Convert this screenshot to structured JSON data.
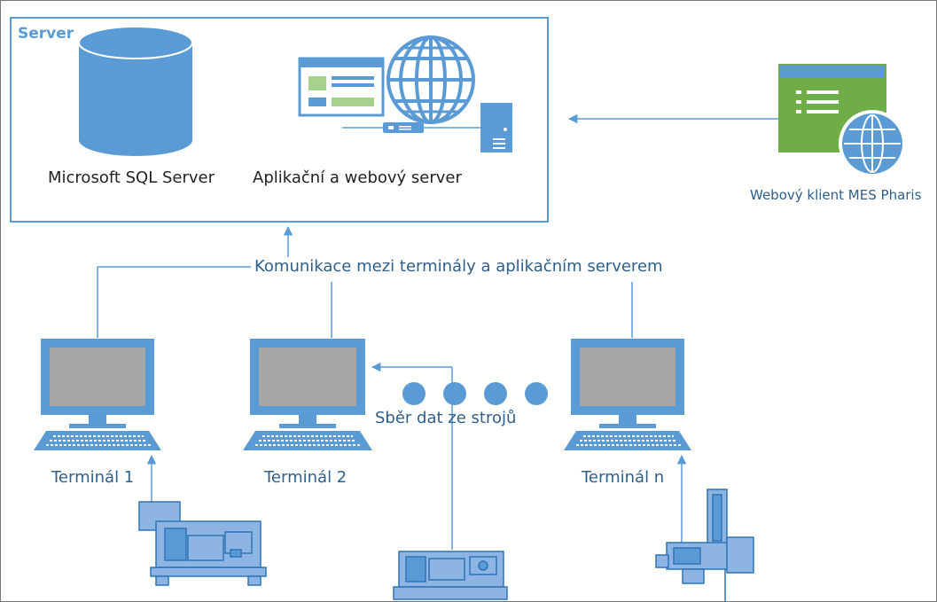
{
  "server": {
    "title": "Server",
    "db_label": "Microsoft SQL Server",
    "app_label": "Aplikační a webový server"
  },
  "web_client": {
    "label": "Webový klient MES Pharis"
  },
  "communication": {
    "label": "Komunikace mezi terminály a aplikačním serverem"
  },
  "data_collection": {
    "label": "Sběr dat ze strojů"
  },
  "terminals": [
    {
      "label": "Terminál 1"
    },
    {
      "label": "Terminál 2"
    },
    {
      "label": "Terminál n"
    }
  ],
  "colors": {
    "line": "#5b9bd5",
    "frame": "#2e75b6",
    "icon_fill": "#5b9bd5",
    "screen": "#a6a6a6",
    "client_green": "#70ad47",
    "client_bar": "#5b9bd5",
    "text": "#2f5f8a"
  }
}
